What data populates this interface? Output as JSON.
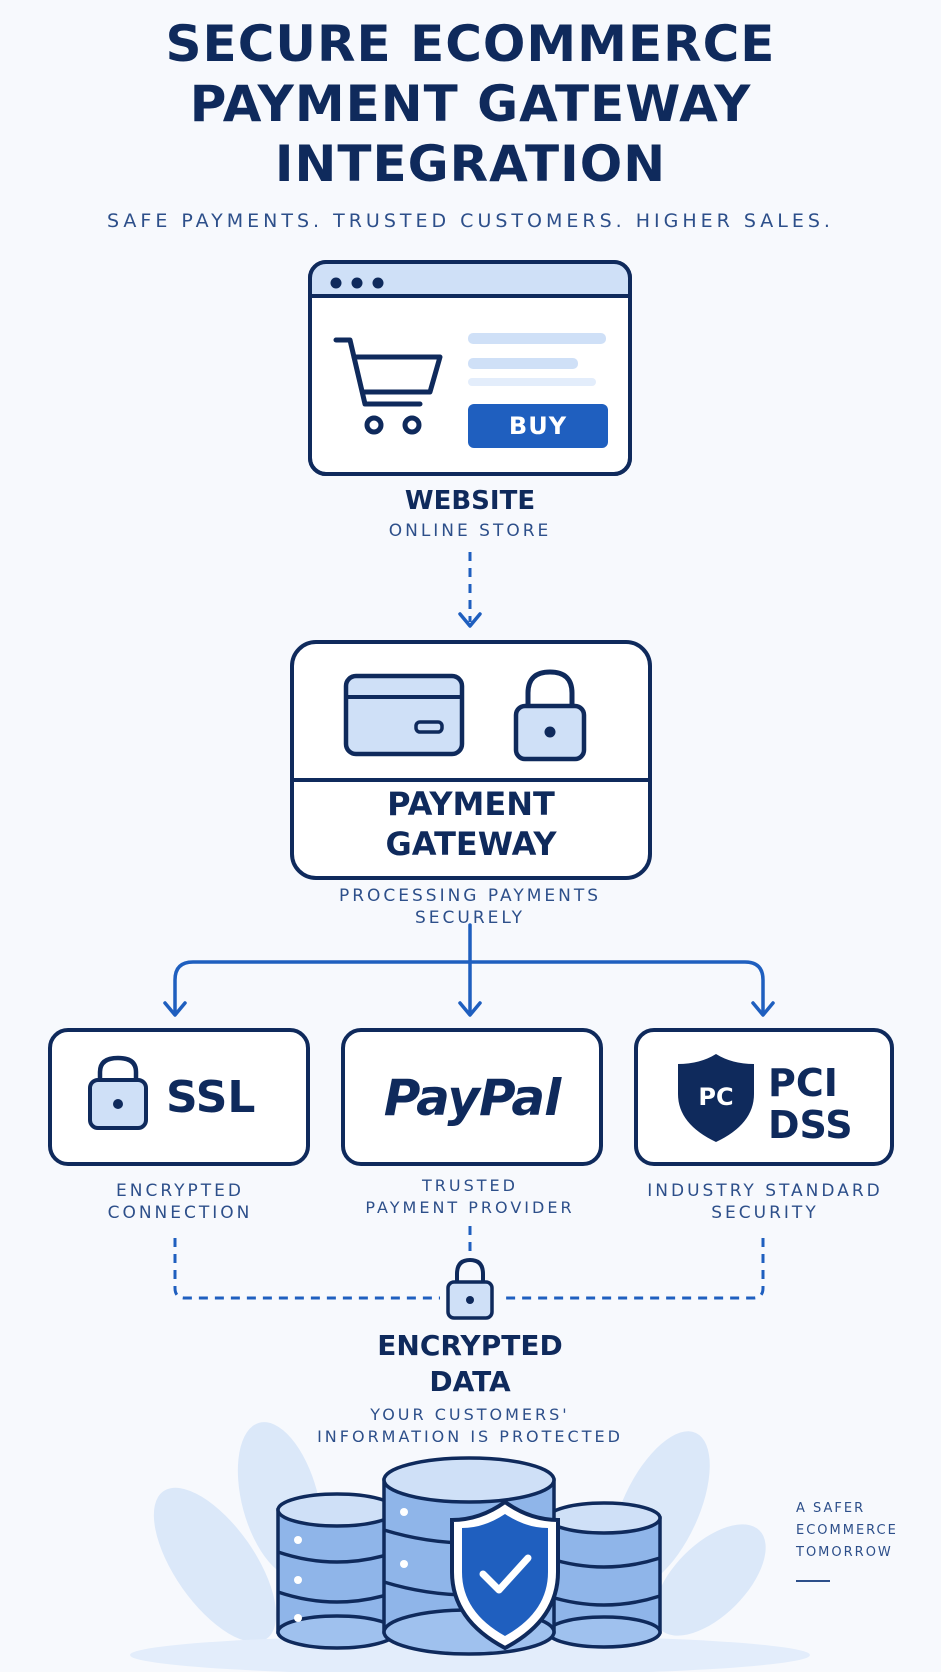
{
  "header": {
    "title_line1": "SECURE ECOMMERCE",
    "title_line2": "PAYMENT GATEWAY",
    "title_line3": "INTEGRATION",
    "subtitle": "SAFE PAYMENTS. TRUSTED CUSTOMERS. HIGHER SALES."
  },
  "website": {
    "button_label": "BUY",
    "title": "WEBSITE",
    "subtitle": "ONLINE STORE"
  },
  "gateway": {
    "title_line1": "PAYMENT",
    "title_line2": "GATEWAY",
    "caption_line1": "PROCESSING PAYMENTS",
    "caption_line2": "SECURELY"
  },
  "ssl": {
    "label": "SSL",
    "caption_line1": "ENCRYPTED",
    "caption_line2": "CONNECTION"
  },
  "paypal": {
    "label": "PayPal",
    "caption_line1": "TRUSTED",
    "caption_line2": "PAYMENT PROVIDER"
  },
  "pci": {
    "shield_text": "PC",
    "label_line1": "PCI",
    "label_line2": "DSS",
    "caption_line1": "INDUSTRY STANDARD",
    "caption_line2": "SECURITY"
  },
  "encrypted": {
    "title_line1": "ENCRYPTED",
    "title_line2": "DATA",
    "caption_line1": "YOUR CUSTOMERS'",
    "caption_line2": "INFORMATION IS PROTECTED"
  },
  "tagline": {
    "line1": "A SAFER",
    "line2": "ECOMMERCE",
    "line3": "TOMORROW"
  },
  "colors": {
    "navy": "#0f2a5c",
    "blue": "#1f5fbf",
    "light_blue": "#cfe0f7",
    "background": "#f7f9fd"
  },
  "icons": [
    "cart-icon",
    "card-icon",
    "lock-icon",
    "shield-icon",
    "database-icon",
    "check-icon"
  ]
}
